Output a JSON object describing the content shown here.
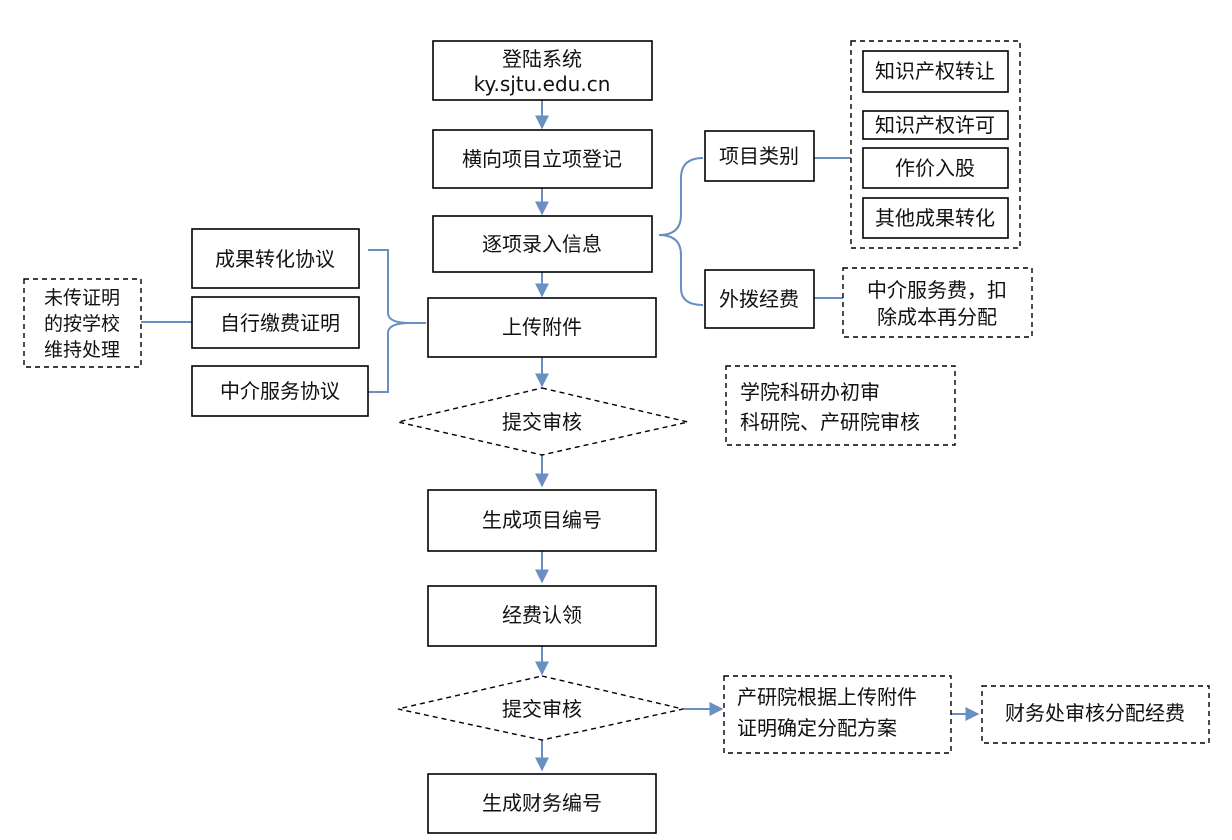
{
  "colors": {
    "connector": "#6a8fc3",
    "box_border": "#000000",
    "text": "#111111",
    "background": "#ffffff"
  },
  "main_flow": {
    "login": {
      "line1": "登陆系统",
      "line2": "ky.sjtu.edu.cn"
    },
    "register": "横向项目立项登记",
    "enter_info": "逐项录入信息",
    "upload": "上传附件",
    "submit_review_1": "提交审核",
    "project_number": "生成项目编号",
    "claim_funds": "经费认领",
    "submit_review_2": "提交审核",
    "finance_number": "生成财务编号"
  },
  "project_category": {
    "label": "项目类别",
    "items": [
      "知识产权转让",
      "知识产权许可",
      "作价入股",
      "其他成果转化"
    ]
  },
  "external_funding": {
    "label": "外拨经费",
    "note": {
      "line1": "中介服务费，扣",
      "line2": "除成本再分配"
    }
  },
  "attachments": [
    "成果转化协议",
    "自行缴费证明",
    "中介服务协议"
  ],
  "missing_proof": {
    "line1": "未传证明",
    "line2": "的按学校",
    "line3": "维持处理"
  },
  "review_note": {
    "line1": "学院科研办初审",
    "line2": "科研院、产研院审核"
  },
  "allocation_note": {
    "line1": "产研院根据上传附件",
    "line2": "证明确定分配方案"
  },
  "finance_review": "财务处审核分配经费"
}
